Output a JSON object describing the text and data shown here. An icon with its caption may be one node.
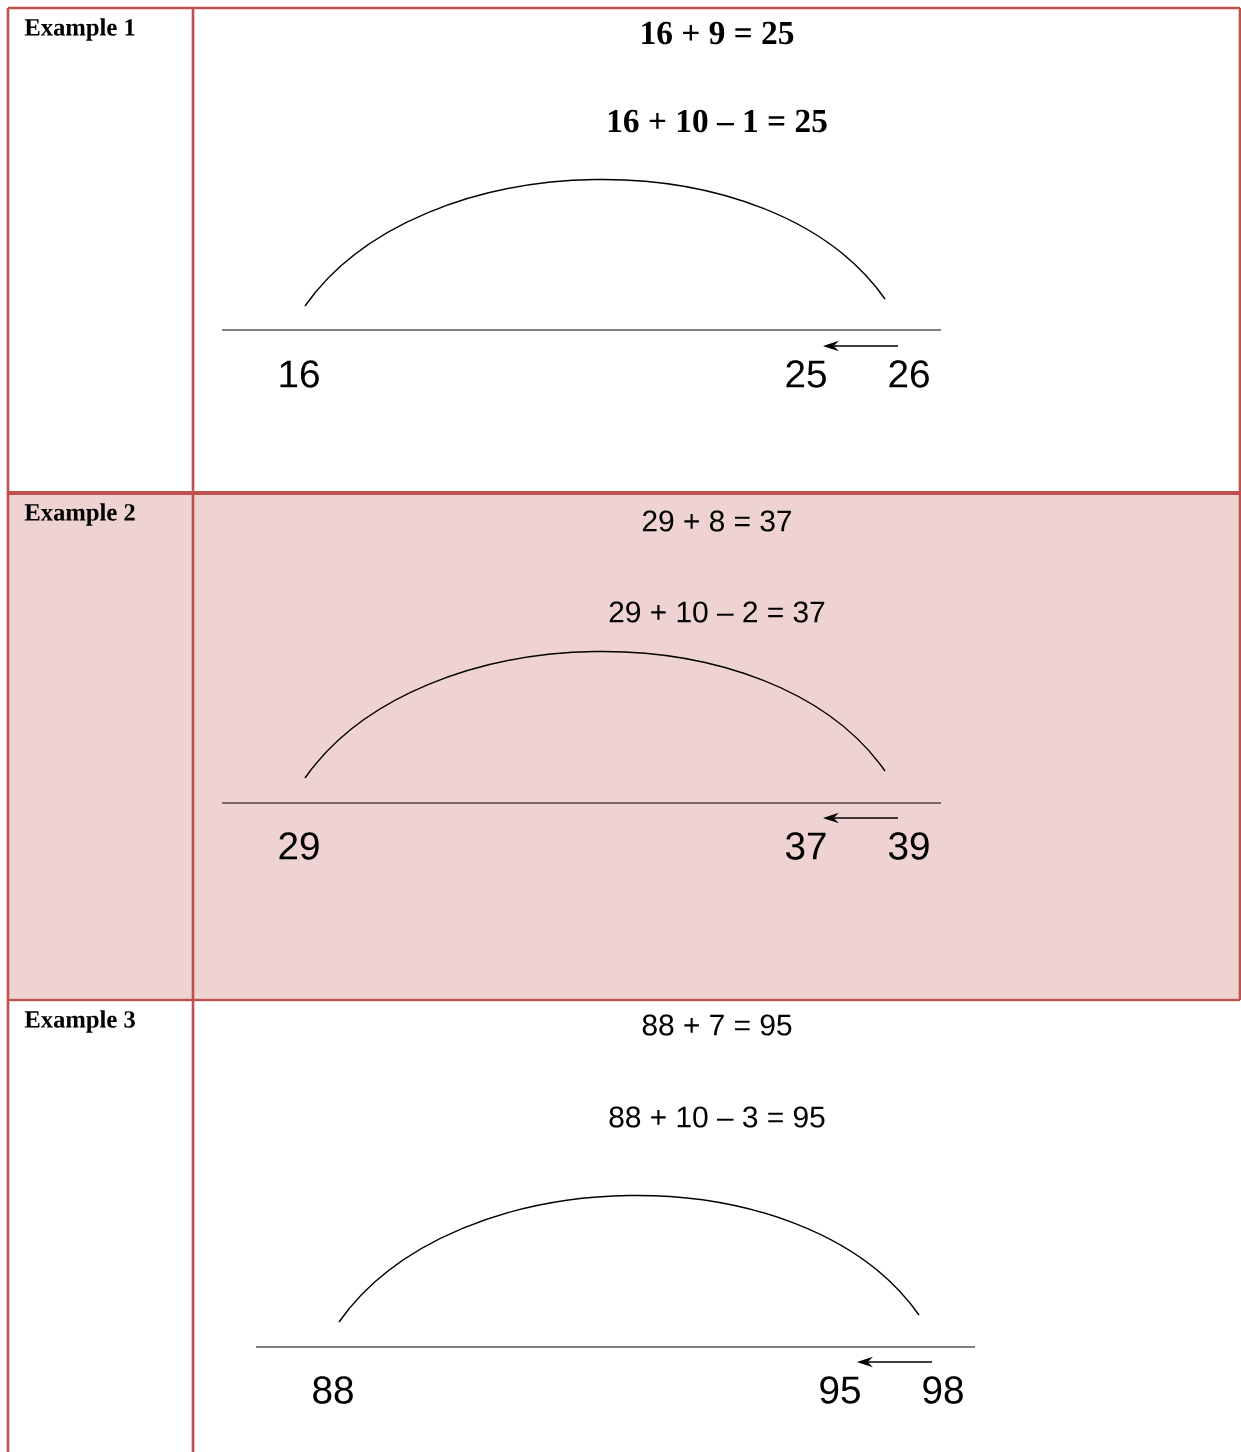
{
  "diagram": {
    "nodes": [
      {
        "text": [
          "16"
        ]
      },
      {
        "text": [
          "25"
        ]
      },
      {
        "text": [
          "26"
        ]
      },
      {
        "text": [
          "29"
        ]
      },
      {
        "text": [
          "37"
        ]
      },
      {
        "text": [
          "39"
        ]
      },
      {
        "text": [
          "88"
        ]
      },
      {
        "text": [
          "95"
        ]
      },
      {
        "text": [
          "98"
        ]
      }
    ],
    "edges": [
      {
        "from": 0,
        "to": 2,
        "arrow": "none"
      },
      {
        "from": 2,
        "to": 1,
        "arrow": "to"
      },
      {
        "from": 3,
        "to": 5,
        "arrow": "none"
      },
      {
        "from": 5,
        "to": 4,
        "arrow": "to"
      },
      {
        "from": 6,
        "to": 8,
        "arrow": "none"
      },
      {
        "from": 8,
        "to": 7,
        "arrow": "to"
      }
    ],
    "labels": [
      "Example 1",
      "16 + 9 = 25",
      "16 + 10 – 1 = 25",
      "Example 2",
      "29 + 8 = 37",
      "29 + 10 – 2 = 37",
      "Example 3",
      "88 + 7 = 95",
      "88 + 10 – 3 = 95"
    ]
  }
}
